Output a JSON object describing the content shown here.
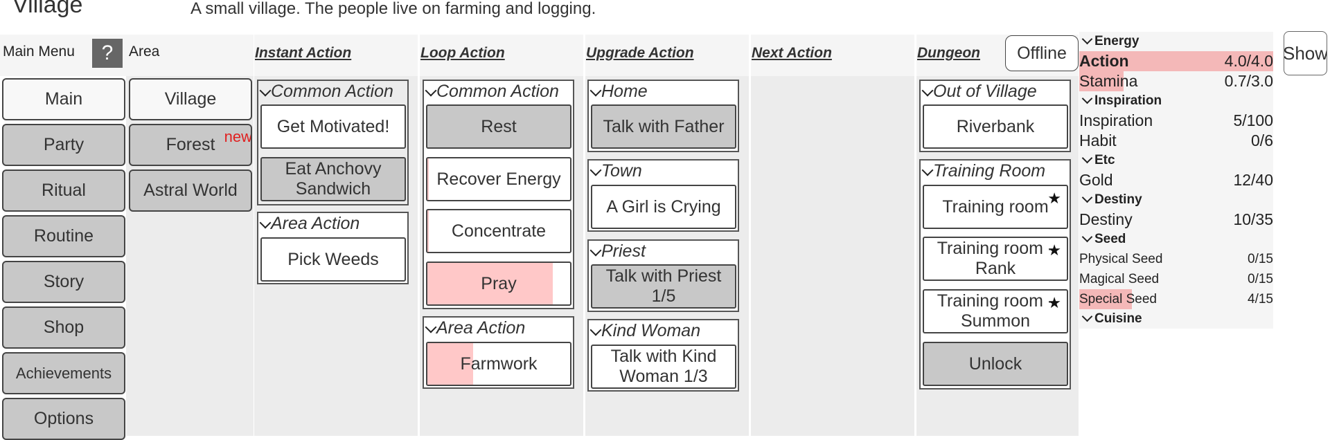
{
  "header": {
    "title": "Village",
    "description": "A small village. The people live on farming and logging."
  },
  "main_menu": {
    "label": "Main Menu",
    "help": "?",
    "items": [
      "Main",
      "Party",
      "Ritual",
      "Routine",
      "Story",
      "Shop",
      "Achievements",
      "Options"
    ],
    "active": "Main"
  },
  "area": {
    "label": "Area",
    "items": [
      "Village",
      "Forest",
      "Astral World"
    ],
    "active": "Village",
    "new_badge": "new"
  },
  "instant_action": {
    "label": "Instant Action",
    "groups": [
      {
        "title": "Common Action",
        "buttons": [
          "Get Motivated!",
          "Eat Anchovy Sandwich"
        ]
      },
      {
        "title": "Area Action",
        "buttons": [
          "Pick Weeds"
        ]
      }
    ]
  },
  "loop_action": {
    "label": "Loop Action",
    "groups": [
      {
        "title": "Common Action",
        "buttons": [
          "Rest",
          "Recover Energy",
          "Concentrate",
          "Pray"
        ]
      },
      {
        "title": "Area Action",
        "buttons": [
          "Farmwork"
        ]
      }
    ],
    "progress": {
      "recover_energy": 0.01,
      "concentrate": 0.01,
      "pray": 0.88,
      "farmwork": 0.32
    }
  },
  "upgrade_action": {
    "label": "Upgrade Action",
    "groups": [
      {
        "title": "Home",
        "buttons": [
          "Talk with Father"
        ]
      },
      {
        "title": "Town",
        "buttons": [
          "A Girl is Crying"
        ]
      },
      {
        "title": "Priest",
        "buttons": [
          "Talk with Priest 1/5"
        ]
      },
      {
        "title": "Kind Woman",
        "buttons": [
          "Talk with Kind Woman 1/3"
        ]
      }
    ]
  },
  "next_action": {
    "label": "Next Action"
  },
  "dungeon": {
    "label": "Dungeon",
    "offline_button": "Offline",
    "groups": [
      {
        "title": "Out of Village",
        "buttons": [
          "Riverbank"
        ]
      },
      {
        "title": "Training Room",
        "buttons": [
          "Training room",
          "Training room - Rank",
          "Training room - Summon",
          "Unlock"
        ]
      }
    ]
  },
  "show_button": "Show",
  "stats": {
    "sections": [
      {
        "title": "Energy",
        "rows": [
          {
            "label": "Action",
            "value": "4.0/4.0",
            "fill": 1.0,
            "bold": true
          },
          {
            "label": "Stamina",
            "value": "0.7/3.0",
            "fill": 0.23
          }
        ]
      },
      {
        "title": "Inspiration",
        "rows": [
          {
            "label": "Inspiration",
            "value": "5/100",
            "fill": 0
          },
          {
            "label": "Habit",
            "value": "0/6",
            "fill": 0
          }
        ]
      },
      {
        "title": "Etc",
        "rows": [
          {
            "label": "Gold",
            "value": "12/40",
            "fill": 0
          }
        ]
      },
      {
        "title": "Destiny",
        "rows": [
          {
            "label": "Destiny",
            "value": "10/35",
            "fill": 0
          }
        ]
      },
      {
        "title": "Seed",
        "rows": [
          {
            "label": "Physical Seed",
            "value": "0/15",
            "fill": 0
          },
          {
            "label": "Magical Seed",
            "value": "0/15",
            "fill": 0
          },
          {
            "label": "Special Seed",
            "value": "4/15",
            "fill": 0.27
          }
        ]
      },
      {
        "title": "Cuisine",
        "rows": []
      }
    ]
  },
  "colors": {
    "progress_fill": "#ffc8c8",
    "stat_fill": "#f4b8b8",
    "button_selected": "#c8c8c8",
    "column_bg": "#ececec",
    "new_badge": "#e02020"
  },
  "icons": {
    "chevron": "chevron-down-icon",
    "star": "star-icon",
    "help": "help-icon"
  }
}
